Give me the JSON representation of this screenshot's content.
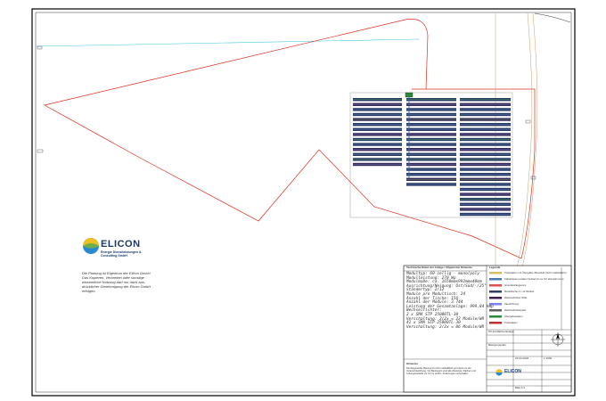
{
  "logo": {
    "name": "ELICON",
    "sub1": "Energie Dienstleistungen &",
    "sub2": "Consulting GmbH"
  },
  "copyright_note": [
    "Die Planung ist Eigentum der Elicon GmbH.",
    "Das Kopieren, Verbreiten oder sonstige",
    "wissentliche Nutzung darf nur nach aus-",
    "drücklicher Genehmigung der Elicon GmbH",
    "erfolgen."
  ],
  "tech_table": {
    "header": "Technische Daten der Anlage / Allgemeine Hinweise",
    "lines": [
      "Modultyp: 60-zellig - mono/poly",
      "Modulleistung: 270 Wp",
      "Modulmaße: ca. 1650mmx992mmx40mm",
      "Ausrichtung/Neigung: Ost/Süd/-/25°",
      "Ständertyp: 2/12",
      "Module pro Modultisch: 24",
      "Anzahl der Tische: 156",
      "Anzahl der Module: 3.744",
      "Leistung der Gesamtanlage: 999,84 kWp",
      "Wechselrichter:",
      "2 x SMA STP 25000TL-30",
      "Verschaltung: 2/2x = 22 Module/WR",
      "41 x SMA STP 25000TL-30",
      "Verschaltung: 2/2x = 86 Module/WR"
    ]
  },
  "legend": {
    "header": "Legende",
    "items": [
      {
        "label": "Trafostation mit Übergabe-/Messfeld (nicht maßstäblich)",
        "color": "#d8c060"
      },
      {
        "label": "Kabeltrasse (exakter Verlauf ist vor Ort abzustimmen)",
        "color": "#4a7ab0"
      },
      {
        "label": "Grundstücksgrenze",
        "color": "#e05050"
      },
      {
        "label": "Modultische 2 x 12 Module",
        "color": "#304060"
      },
      {
        "label": "Wechselrichter SMA",
        "color": "#402050"
      },
      {
        "label": "Zaunführung",
        "color": "#8080ff"
      },
      {
        "label": "Wechselrichterplatz",
        "color": "#606060"
      },
      {
        "label": "Übergabestation",
        "color": "#2a8a3a"
      },
      {
        "label": "Trafostation",
        "color": "#c03030"
      }
    ]
  },
  "notes": {
    "header": "Hinweise",
    "text": "Die dargestellte Planung ist nicht maßstäblich und dient nur der Veranschaulichung. Vor Baubeginn sind alle Abstände, Flächen und Leitungsverläufe vor Ort zu prüfen. Änderungen vorbehalten."
  },
  "title_block": {
    "company": "ELICON",
    "project_label": "PV-Freiflächenanlage",
    "plan_label": "Belegungsplan",
    "date": "23.04.2018",
    "scale": "1:1000",
    "sheet": "Blatt 1/1"
  },
  "colors": {
    "boundary": "#e03020",
    "road": "#c8a070",
    "water": "#40c8e0",
    "module": "#283a64",
    "frame": "#000000"
  }
}
